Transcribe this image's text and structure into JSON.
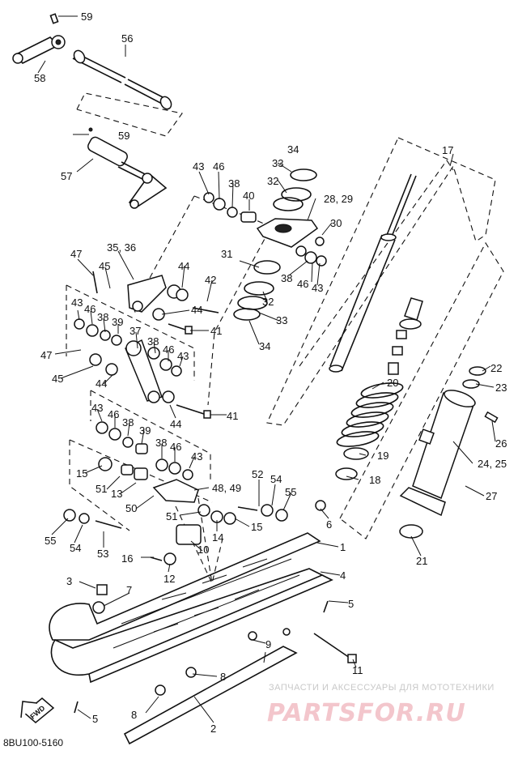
{
  "diagram": {
    "doc_code": "8BU100-5160",
    "forward_label": "FWD",
    "watermark": {
      "top_text": "ЗАПЧАСТИ И АКСЕССУАРЫ ДЛЯ МОТОТЕХНИКИ",
      "logo_text": "PARTSFOR.RU"
    },
    "labels": [
      "59",
      "56",
      "58",
      "59",
      "57",
      "34",
      "17",
      "43",
      "46",
      "38",
      "40",
      "33",
      "32",
      "28, 29",
      "30",
      "47",
      "35, 36",
      "45",
      "44",
      "31",
      "38",
      "46",
      "43",
      "42",
      "32",
      "43",
      "46",
      "38",
      "39",
      "44",
      "41",
      "33",
      "34",
      "47",
      "37",
      "38",
      "46",
      "43",
      "45",
      "44",
      "20",
      "22",
      "23",
      "43",
      "46",
      "38",
      "39",
      "44",
      "41",
      "26",
      "24, 25",
      "38",
      "46",
      "43",
      "15",
      "19",
      "51",
      "13",
      "18",
      "52",
      "54",
      "55",
      "48, 49",
      "27",
      "50",
      "6",
      "51",
      "14",
      "15",
      "55",
      "54",
      "53",
      "21",
      "10",
      "1",
      "16",
      "12",
      "4",
      "3",
      "7",
      "5",
      "9",
      "8",
      "11",
      "8",
      "5",
      "2"
    ]
  }
}
